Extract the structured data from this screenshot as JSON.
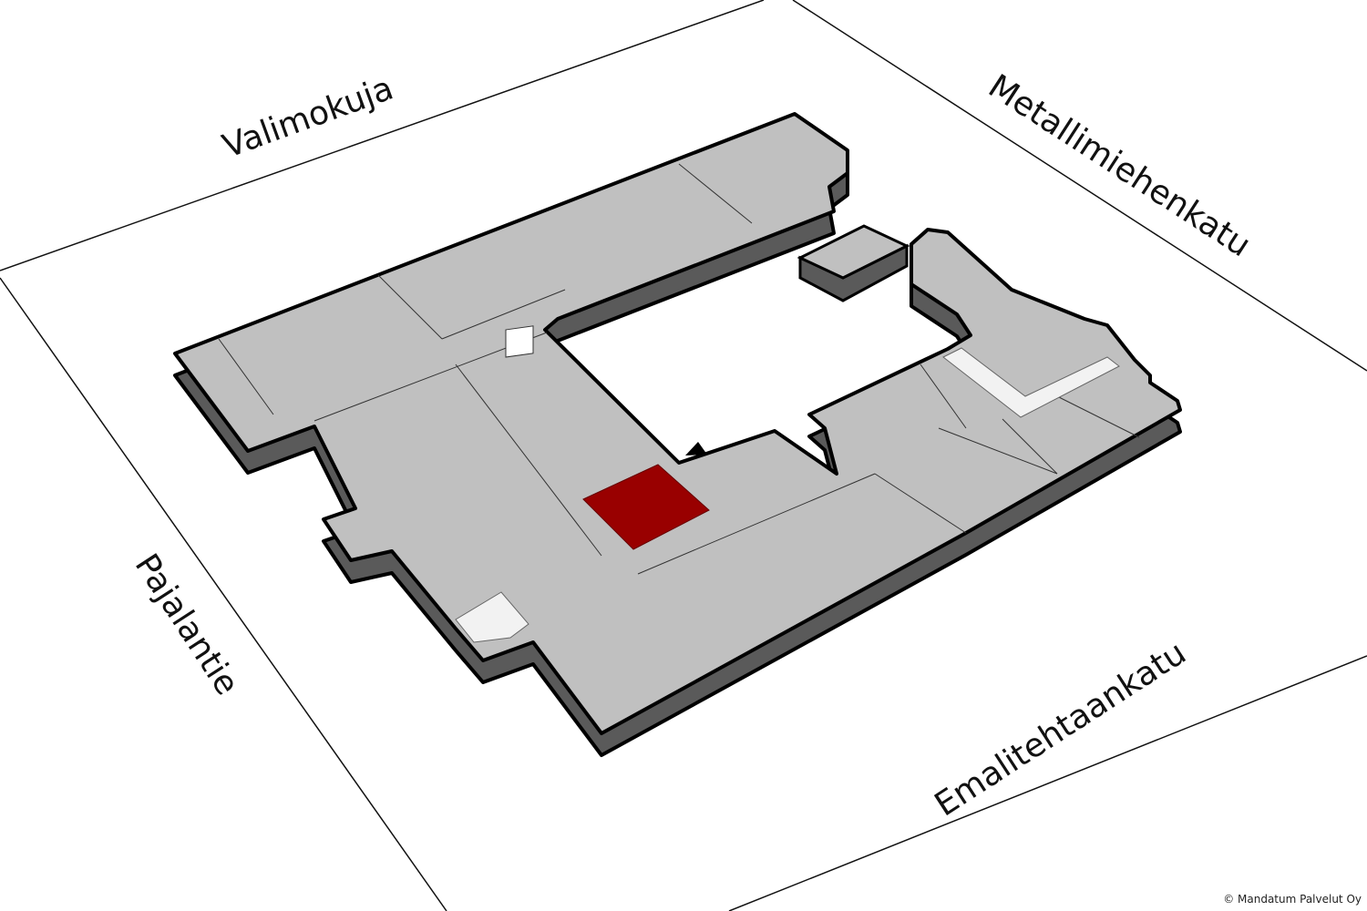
{
  "streets": {
    "north": "Valimokuja",
    "east": "Metallimiehenkatu",
    "west": "Pajalantie",
    "south": "Emalitehtaankatu"
  },
  "copyright": "© Mandatum Palvelut Oy",
  "colors": {
    "floor": "#c0c0c0",
    "wall": "#5a5a5a",
    "highlight": "#990000",
    "passage": "#f2f2f2"
  },
  "icons": {
    "entrance": "triangle-marker-icon"
  }
}
